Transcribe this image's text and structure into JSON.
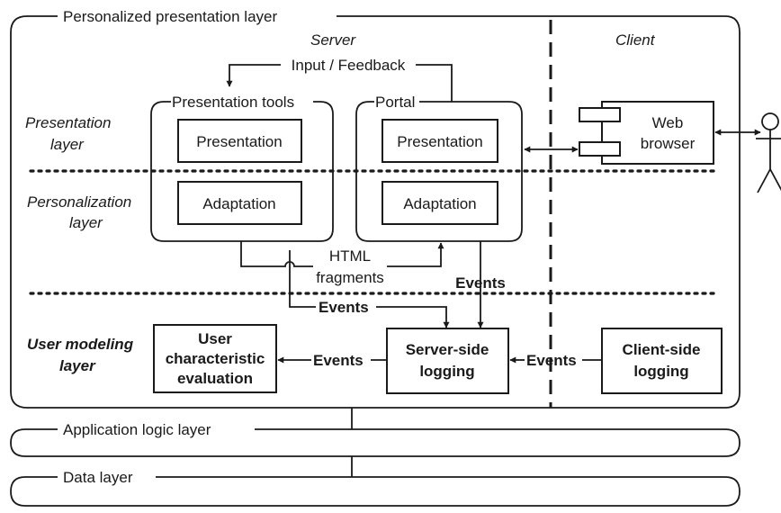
{
  "layers": {
    "personalized_presentation": "Personalized presentation layer",
    "application_logic": "Application logic layer",
    "data": "Data layer"
  },
  "sides": {
    "server": "Server",
    "client": "Client"
  },
  "row_labels": {
    "presentation": [
      "Presentation",
      "layer"
    ],
    "personalization": [
      "Personalization",
      "layer"
    ],
    "user_modeling": [
      "User modeling",
      "layer"
    ]
  },
  "groups": {
    "presentation_tools": "Presentation tools",
    "portal": "Portal"
  },
  "components": {
    "presentation": "Presentation",
    "adaptation": "Adaptation",
    "web_browser": [
      "Web",
      "browser"
    ],
    "user_characteristic_evaluation": [
      "User",
      "characteristic",
      "evaluation"
    ],
    "server_side_logging": [
      "Server-side",
      "logging"
    ],
    "client_side_logging": [
      "Client-side",
      "logging"
    ]
  },
  "flows": {
    "input_feedback": "Input / Feedback",
    "html_fragments": [
      "HTML",
      "fragments"
    ],
    "events": "Events"
  }
}
